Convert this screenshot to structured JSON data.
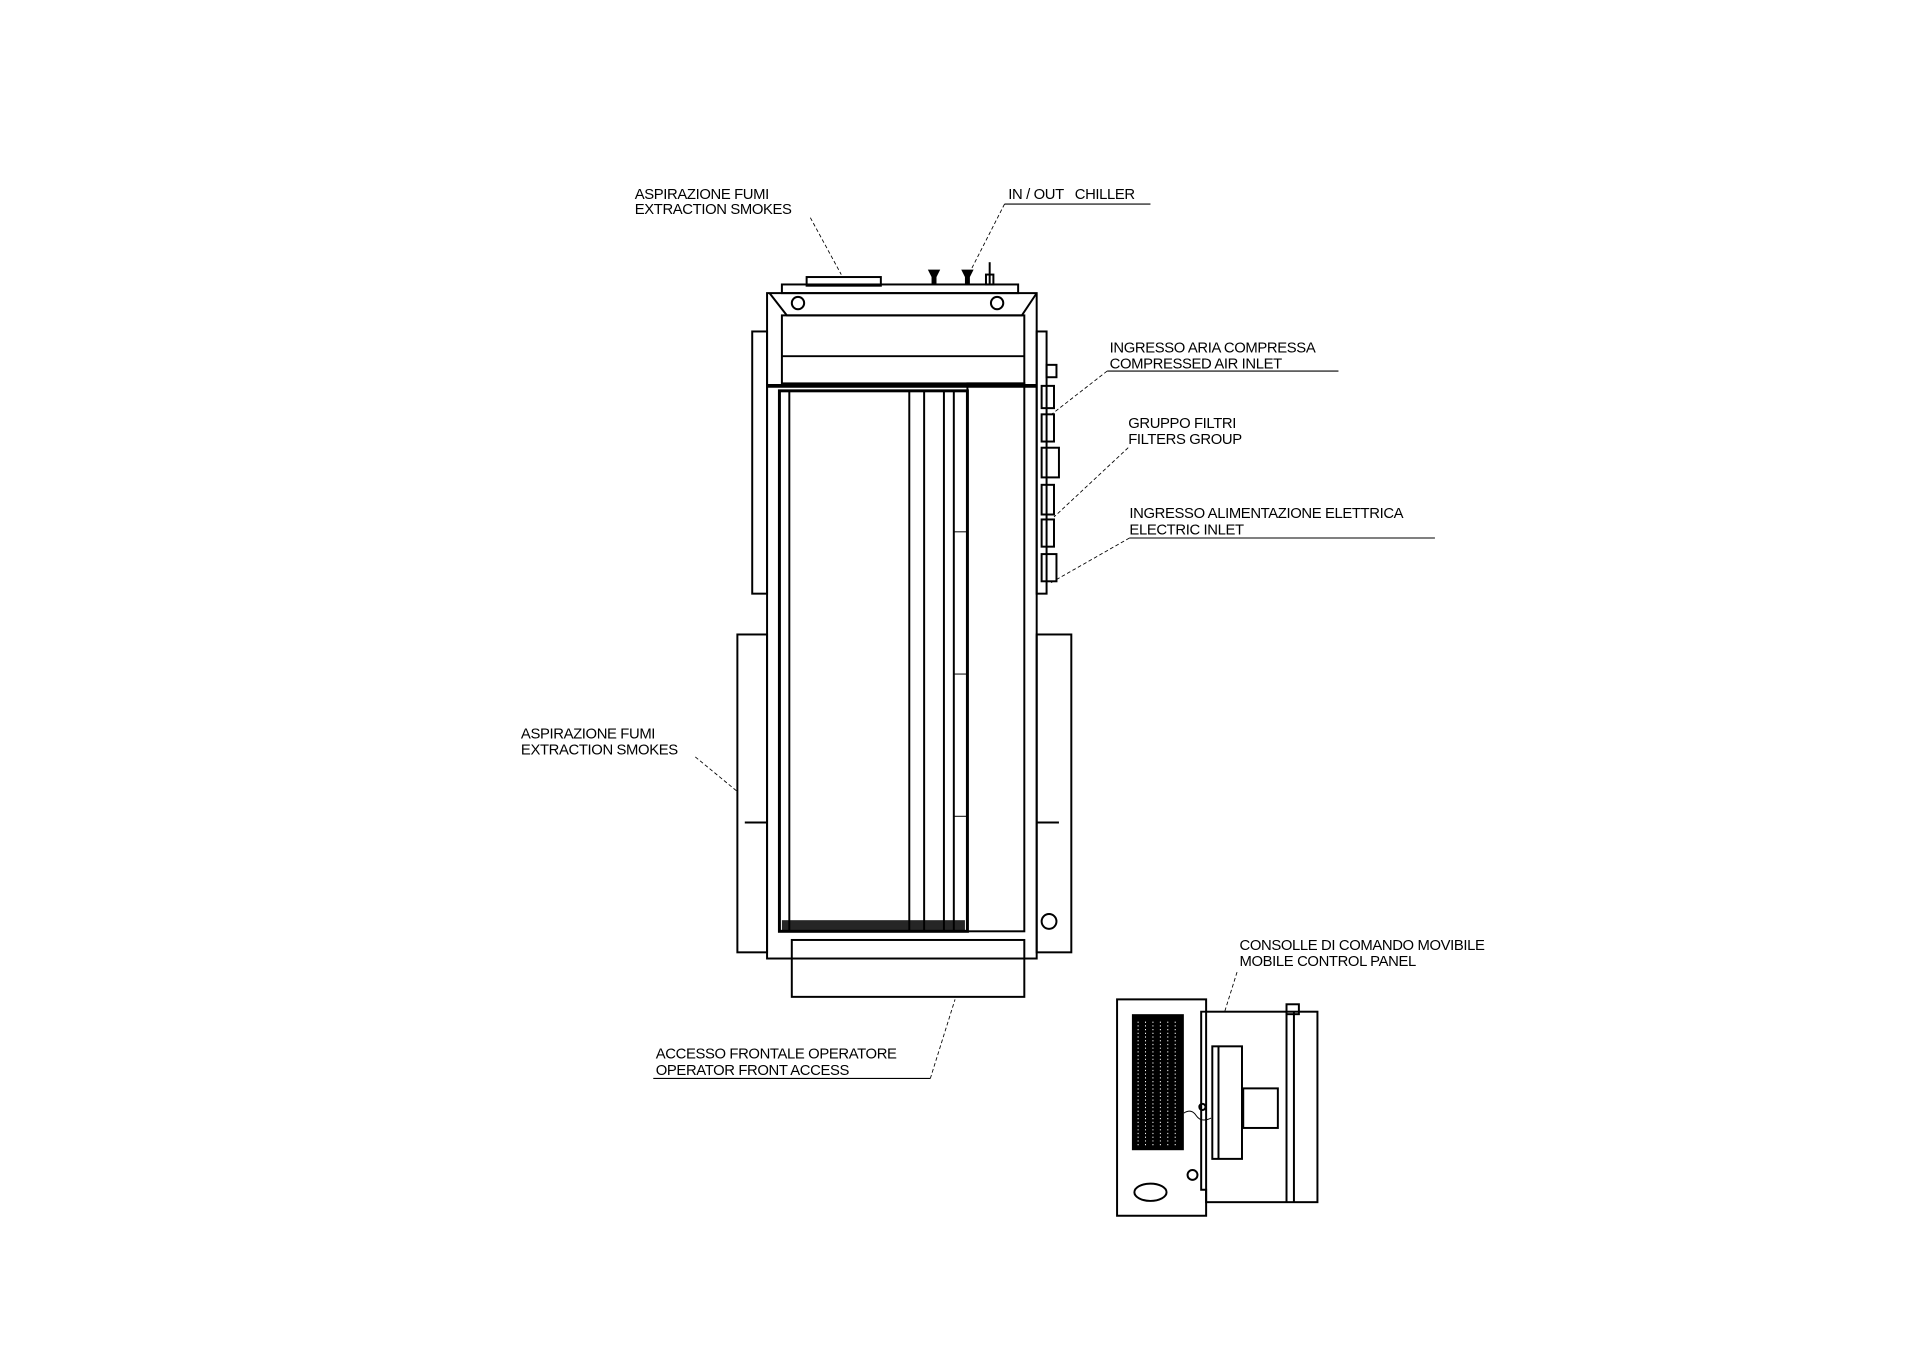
{
  "drawing": {
    "labels": {
      "top_smokes": {
        "it": "ASPIRAZIONE FUMI",
        "en": "EXTRACTION SMOKES"
      },
      "chiller": {
        "text": "IN / OUT   CHILLER"
      },
      "air_inlet": {
        "it": "INGRESSO ARIA COMPRESSA",
        "en": "COMPRESSED AIR INLET"
      },
      "filters": {
        "it": "GRUPPO FILTRI",
        "en": "FILTERS GROUP"
      },
      "electric": {
        "it": "INGRESSO ALIMENTAZIONE ELETTRICA",
        "en": "ELECTRIC INLET"
      },
      "side_smokes": {
        "it": "ASPIRAZIONE FUMI",
        "en": "EXTRACTION SMOKES"
      },
      "front_access": {
        "it": "ACCESSO FRONTALE OPERATORE",
        "en": "OPERATOR FRONT ACCESS"
      },
      "console": {
        "it": "CONSOLLE DI COMANDO MOVIBILE",
        "en": "MOBILE CONTROL PANEL"
      }
    }
  }
}
